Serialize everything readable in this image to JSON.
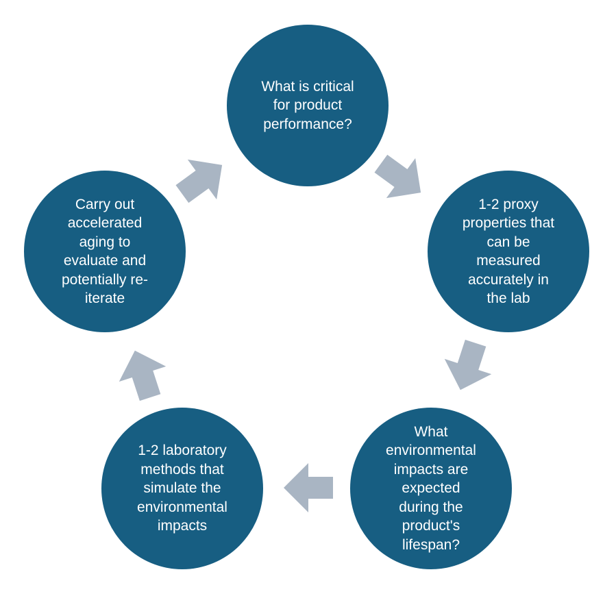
{
  "colors": {
    "node_fill": "#175e82",
    "node_text": "#ffffff",
    "arrow_fill": "#a9b5c3"
  },
  "cycle": {
    "steps": [
      {
        "label": "What is critical\nfor product\nperformance?"
      },
      {
        "label": "1-2 proxy\nproperties that\ncan be\nmeasured\naccurately in\nthe lab"
      },
      {
        "label": "What\nenvironmental\nimpacts are\nexpected\nduring the\nproduct's\nlifespan?"
      },
      {
        "label": "1-2 laboratory\nmethods that\nsimulate the\nenvironmental\nimpacts"
      },
      {
        "label": "Carry out\naccelerated\naging to\nevaluate and\npotentially re-\niterate"
      }
    ],
    "arrows": [
      {
        "icon": "arrow-right-icon",
        "from": 1,
        "to": 2
      },
      {
        "icon": "arrow-right-icon",
        "from": 2,
        "to": 3
      },
      {
        "icon": "arrow-right-icon",
        "from": 3,
        "to": 4
      },
      {
        "icon": "arrow-right-icon",
        "from": 4,
        "to": 5
      },
      {
        "icon": "arrow-right-icon",
        "from": 5,
        "to": 1
      }
    ]
  }
}
